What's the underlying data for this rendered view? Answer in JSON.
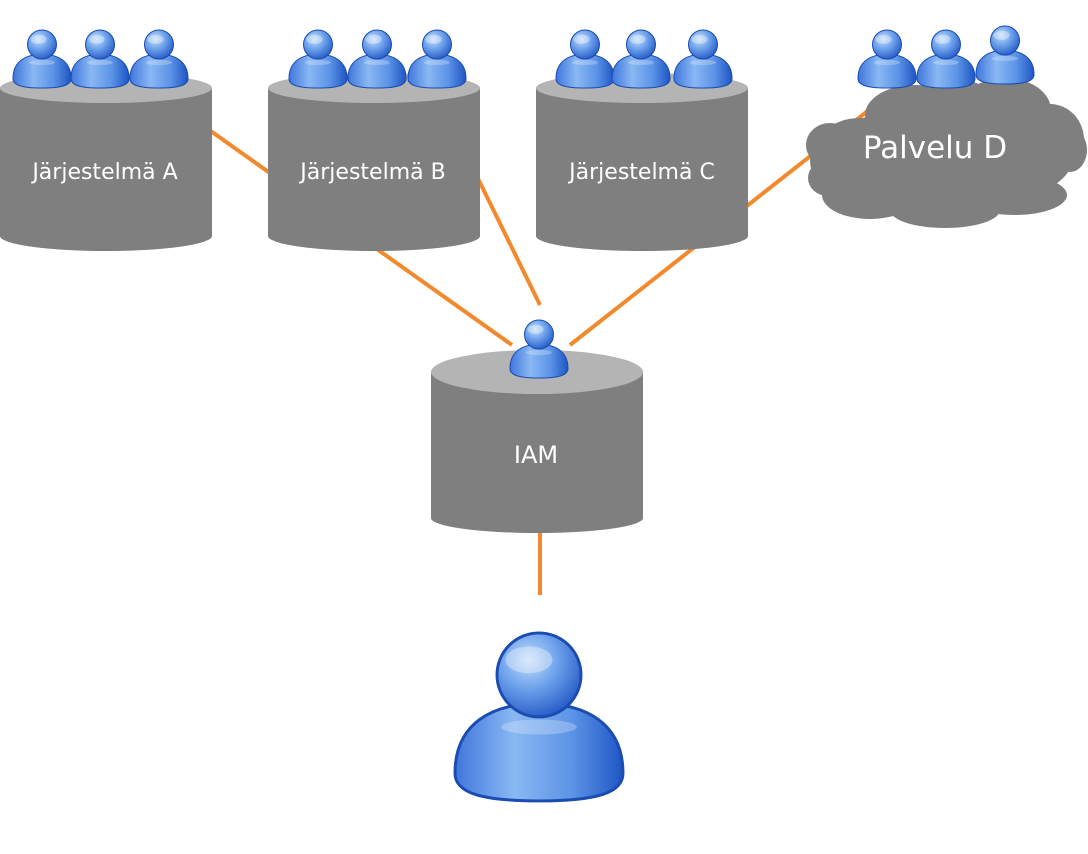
{
  "colors": {
    "database": "#7f7f7f",
    "database_top": "#b4b4b4",
    "connector": "#f28a2d",
    "person_fill": "#5b93e6",
    "person_dark": "#1f55c4",
    "person_light": "#a9cbf7",
    "label_text": "#ffffff"
  },
  "systems": [
    {
      "id": "a",
      "label": "Järjestelmä A",
      "shape": "database"
    },
    {
      "id": "b",
      "label": "Järjestelmä B",
      "shape": "database"
    },
    {
      "id": "c",
      "label": "Järjestelmä C",
      "shape": "database"
    },
    {
      "id": "d",
      "label": "Palvelu D",
      "shape": "cloud"
    }
  ],
  "iam": {
    "label": "IAM",
    "shape": "database"
  },
  "icons": {
    "system_users": "user-group-icon",
    "iam_user": "user-icon",
    "end_user": "user-icon"
  }
}
